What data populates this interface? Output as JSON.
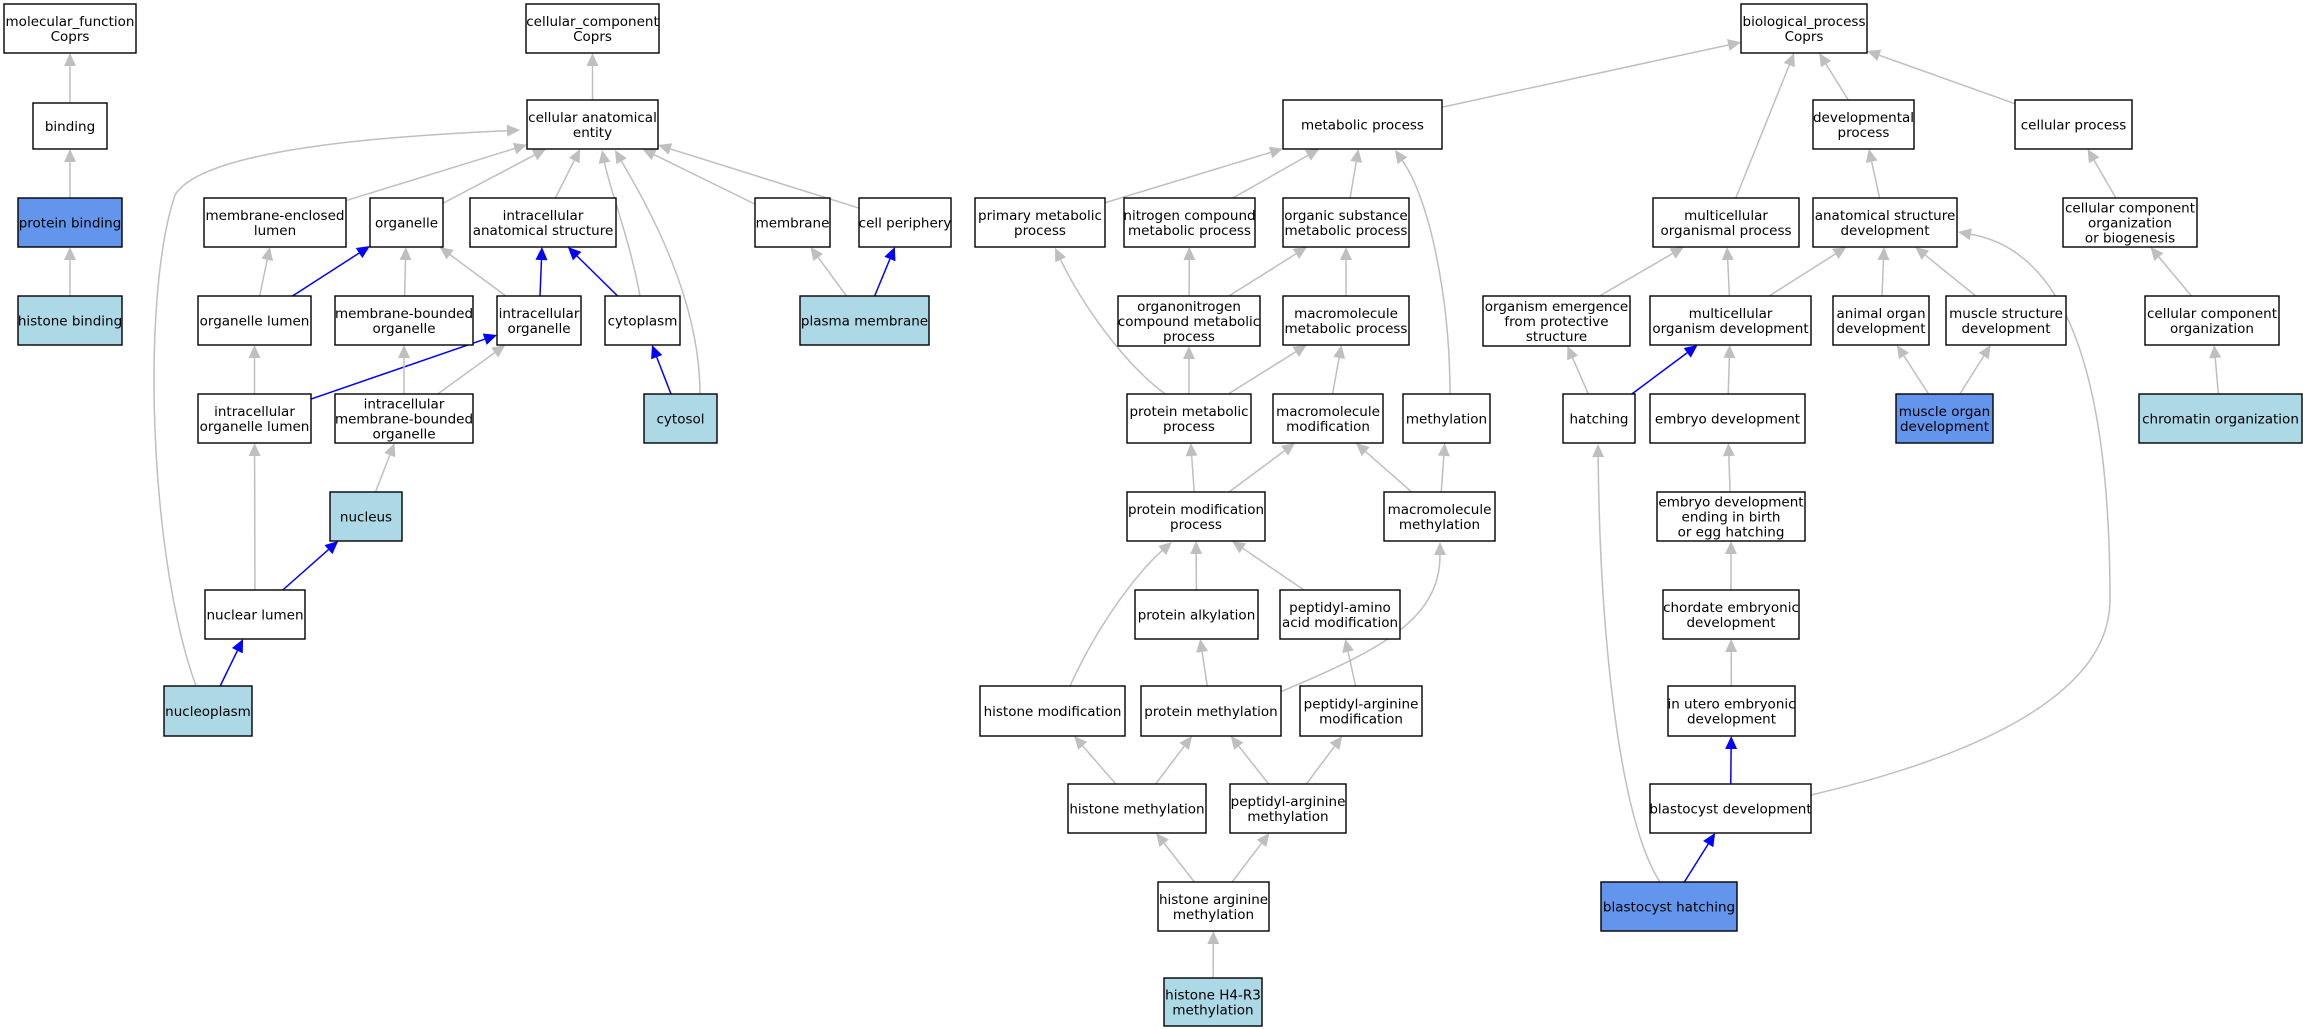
{
  "colors": {
    "default_fill": "#ffffff",
    "direct_fill": "#add8e6",
    "highlight_fill": "#6495ed",
    "edge_gray": "#bfbfbf",
    "edge_blue": "#0000ff"
  },
  "nodes": [
    {
      "id": "mf_root",
      "lines": [
        "molecular_function",
        "Coprs"
      ],
      "style": "default"
    },
    {
      "id": "binding",
      "lines": [
        "binding"
      ],
      "style": "default"
    },
    {
      "id": "protein_binding",
      "lines": [
        "protein binding"
      ],
      "style": "highlight"
    },
    {
      "id": "histone_binding",
      "lines": [
        "histone binding"
      ],
      "style": "direct"
    },
    {
      "id": "cc_root",
      "lines": [
        "cellular_component",
        "Coprs"
      ],
      "style": "default"
    },
    {
      "id": "cae",
      "lines": [
        "cellular anatomical",
        "entity"
      ],
      "style": "default"
    },
    {
      "id": "mel",
      "lines": [
        "membrane-enclosed",
        "lumen"
      ],
      "style": "default"
    },
    {
      "id": "organelle",
      "lines": [
        "organelle"
      ],
      "style": "default"
    },
    {
      "id": "ias",
      "lines": [
        "intracellular",
        "anatomical structure"
      ],
      "style": "default"
    },
    {
      "id": "membrane",
      "lines": [
        "membrane"
      ],
      "style": "default"
    },
    {
      "id": "cell_periphery",
      "lines": [
        "cell periphery"
      ],
      "style": "default"
    },
    {
      "id": "organelle_lumen",
      "lines": [
        "organelle lumen"
      ],
      "style": "default"
    },
    {
      "id": "mbo",
      "lines": [
        "membrane-bounded",
        "organelle"
      ],
      "style": "default"
    },
    {
      "id": "io",
      "lines": [
        "intracellular",
        "organelle"
      ],
      "style": "default"
    },
    {
      "id": "cytoplasm",
      "lines": [
        "cytoplasm"
      ],
      "style": "default"
    },
    {
      "id": "plasma_membrane",
      "lines": [
        "plasma membrane"
      ],
      "style": "direct"
    },
    {
      "id": "iol",
      "lines": [
        "intracellular",
        "organelle lumen"
      ],
      "style": "default"
    },
    {
      "id": "imbo",
      "lines": [
        "intracellular",
        "membrane-bounded",
        "organelle"
      ],
      "style": "default"
    },
    {
      "id": "cytosol",
      "lines": [
        "cytosol"
      ],
      "style": "direct"
    },
    {
      "id": "nucleus",
      "lines": [
        "nucleus"
      ],
      "style": "direct"
    },
    {
      "id": "nuclear_lumen",
      "lines": [
        "nuclear lumen"
      ],
      "style": "default"
    },
    {
      "id": "nucleoplasm",
      "lines": [
        "nucleoplasm"
      ],
      "style": "direct"
    },
    {
      "id": "metabolic",
      "lines": [
        "metabolic process"
      ],
      "style": "default"
    },
    {
      "id": "pmp",
      "lines": [
        "primary metabolic",
        "process"
      ],
      "style": "default"
    },
    {
      "id": "ncmp",
      "lines": [
        "nitrogen compound",
        "metabolic process"
      ],
      "style": "default"
    },
    {
      "id": "osmp",
      "lines": [
        "organic substance",
        "metabolic process"
      ],
      "style": "default"
    },
    {
      "id": "oncmp",
      "lines": [
        "organonitrogen",
        "compound metabolic",
        "process"
      ],
      "style": "default"
    },
    {
      "id": "mmp",
      "lines": [
        "macromolecule",
        "metabolic process"
      ],
      "style": "default"
    },
    {
      "id": "protmp",
      "lines": [
        "protein metabolic",
        "process"
      ],
      "style": "default"
    },
    {
      "id": "mmod",
      "lines": [
        "macromolecule",
        "modification"
      ],
      "style": "default"
    },
    {
      "id": "methylation",
      "lines": [
        "methylation"
      ],
      "style": "default"
    },
    {
      "id": "pmodp",
      "lines": [
        "protein modification",
        "process"
      ],
      "style": "default"
    },
    {
      "id": "mmeth",
      "lines": [
        "macromolecule",
        "methylation"
      ],
      "style": "default"
    },
    {
      "id": "palk",
      "lines": [
        "protein alkylation"
      ],
      "style": "default"
    },
    {
      "id": "paam",
      "lines": [
        "peptidyl-amino",
        "acid modification"
      ],
      "style": "default"
    },
    {
      "id": "hmod",
      "lines": [
        "histone modification"
      ],
      "style": "default"
    },
    {
      "id": "pmeth",
      "lines": [
        "protein methylation"
      ],
      "style": "default"
    },
    {
      "id": "parm",
      "lines": [
        "peptidyl-arginine",
        "modification"
      ],
      "style": "default"
    },
    {
      "id": "hmeth",
      "lines": [
        "histone methylation"
      ],
      "style": "default"
    },
    {
      "id": "parmeth",
      "lines": [
        "peptidyl-arginine",
        "methylation"
      ],
      "style": "default"
    },
    {
      "id": "harmeth",
      "lines": [
        "histone arginine",
        "methylation"
      ],
      "style": "default"
    },
    {
      "id": "h4r3",
      "lines": [
        "histone H4-R3",
        "methylation"
      ],
      "style": "direct"
    },
    {
      "id": "bp_root",
      "lines": [
        "biological_process",
        "Coprs"
      ],
      "style": "default"
    },
    {
      "id": "devproc",
      "lines": [
        "developmental",
        "process"
      ],
      "style": "default"
    },
    {
      "id": "cellproc",
      "lines": [
        "cellular process"
      ],
      "style": "default"
    },
    {
      "id": "mop",
      "lines": [
        "multicellular",
        "organismal process"
      ],
      "style": "default"
    },
    {
      "id": "asd",
      "lines": [
        "anatomical structure",
        "development"
      ],
      "style": "default"
    },
    {
      "id": "ccob",
      "lines": [
        "cellular component",
        "organization",
        "or biogenesis"
      ],
      "style": "default"
    },
    {
      "id": "oefps",
      "lines": [
        "organism emergence",
        "from protective",
        "structure"
      ],
      "style": "default"
    },
    {
      "id": "mod",
      "lines": [
        "multicellular",
        "organism development"
      ],
      "style": "default"
    },
    {
      "id": "aod",
      "lines": [
        "animal organ",
        "development"
      ],
      "style": "default"
    },
    {
      "id": "msd",
      "lines": [
        "muscle structure",
        "development"
      ],
      "style": "default"
    },
    {
      "id": "cco",
      "lines": [
        "cellular component",
        "organization"
      ],
      "style": "default"
    },
    {
      "id": "hatching",
      "lines": [
        "hatching"
      ],
      "style": "default"
    },
    {
      "id": "embdev",
      "lines": [
        "embryo development"
      ],
      "style": "default"
    },
    {
      "id": "muscle_organ",
      "lines": [
        "muscle organ",
        "development"
      ],
      "style": "highlight"
    },
    {
      "id": "chromatin",
      "lines": [
        "chromatin organization"
      ],
      "style": "direct"
    },
    {
      "id": "edebeh",
      "lines": [
        "embryo development",
        "ending in birth",
        "or egg hatching"
      ],
      "style": "default"
    },
    {
      "id": "ced",
      "lines": [
        "chordate embryonic",
        "development"
      ],
      "style": "default"
    },
    {
      "id": "iued",
      "lines": [
        "in utero embryonic",
        "development"
      ],
      "style": "default"
    },
    {
      "id": "blastdev",
      "lines": [
        "blastocyst development"
      ],
      "style": "default"
    },
    {
      "id": "blasthatch",
      "lines": [
        "blastocyst hatching"
      ],
      "style": "highlight"
    }
  ],
  "edges": [
    {
      "from": "binding",
      "to": "mf_root",
      "color": "gray"
    },
    {
      "from": "protein_binding",
      "to": "binding",
      "color": "gray"
    },
    {
      "from": "histone_binding",
      "to": "protein_binding",
      "color": "gray"
    },
    {
      "from": "cae",
      "to": "cc_root",
      "color": "gray"
    },
    {
      "from": "mel",
      "to": "cae",
      "color": "gray"
    },
    {
      "from": "organelle",
      "to": "cae",
      "color": "gray"
    },
    {
      "from": "ias",
      "to": "cae",
      "color": "gray"
    },
    {
      "from": "membrane",
      "to": "cae",
      "color": "gray"
    },
    {
      "from": "cell_periphery",
      "to": "cae",
      "color": "gray"
    },
    {
      "from": "cytoplasm",
      "to": "cae",
      "color": "gray"
    },
    {
      "from": "cytosol",
      "to": "cae",
      "color": "gray"
    },
    {
      "from": "nucleoplasm",
      "to": "cae",
      "color": "gray"
    },
    {
      "from": "organelle_lumen",
      "to": "mel",
      "color": "gray"
    },
    {
      "from": "organelle_lumen",
      "to": "organelle",
      "color": "blue"
    },
    {
      "from": "mbo",
      "to": "organelle",
      "color": "gray"
    },
    {
      "from": "io",
      "to": "organelle",
      "color": "gray"
    },
    {
      "from": "io",
      "to": "ias",
      "color": "blue"
    },
    {
      "from": "cytoplasm",
      "to": "ias",
      "color": "blue"
    },
    {
      "from": "plasma_membrane",
      "to": "membrane",
      "color": "gray"
    },
    {
      "from": "plasma_membrane",
      "to": "cell_periphery",
      "color": "blue"
    },
    {
      "from": "iol",
      "to": "organelle_lumen",
      "color": "gray"
    },
    {
      "from": "iol",
      "to": "io",
      "color": "blue"
    },
    {
      "from": "imbo",
      "to": "mbo",
      "color": "gray"
    },
    {
      "from": "imbo",
      "to": "io",
      "color": "gray"
    },
    {
      "from": "cytosol",
      "to": "cytoplasm",
      "color": "blue"
    },
    {
      "from": "nucleus",
      "to": "imbo",
      "color": "gray"
    },
    {
      "from": "nuclear_lumen",
      "to": "iol",
      "color": "gray"
    },
    {
      "from": "nuclear_lumen",
      "to": "nucleus",
      "color": "blue"
    },
    {
      "from": "nucleoplasm",
      "to": "nuclear_lumen",
      "color": "blue"
    },
    {
      "from": "metabolic",
      "to": "bp_root",
      "color": "gray"
    },
    {
      "from": "pmp",
      "to": "metabolic",
      "color": "gray"
    },
    {
      "from": "ncmp",
      "to": "metabolic",
      "color": "gray"
    },
    {
      "from": "osmp",
      "to": "metabolic",
      "color": "gray"
    },
    {
      "from": "methylation",
      "to": "metabolic",
      "color": "gray"
    },
    {
      "from": "oncmp",
      "to": "ncmp",
      "color": "gray"
    },
    {
      "from": "oncmp",
      "to": "osmp",
      "color": "gray"
    },
    {
      "from": "mmp",
      "to": "osmp",
      "color": "gray"
    },
    {
      "from": "protmp",
      "to": "pmp",
      "color": "gray"
    },
    {
      "from": "protmp",
      "to": "oncmp",
      "color": "gray"
    },
    {
      "from": "protmp",
      "to": "mmp",
      "color": "gray"
    },
    {
      "from": "mmod",
      "to": "mmp",
      "color": "gray"
    },
    {
      "from": "pmodp",
      "to": "protmp",
      "color": "gray"
    },
    {
      "from": "pmodp",
      "to": "mmod",
      "color": "gray"
    },
    {
      "from": "mmeth",
      "to": "mmod",
      "color": "gray"
    },
    {
      "from": "mmeth",
      "to": "methylation",
      "color": "gray"
    },
    {
      "from": "palk",
      "to": "pmodp",
      "color": "gray"
    },
    {
      "from": "paam",
      "to": "pmodp",
      "color": "gray"
    },
    {
      "from": "hmod",
      "to": "pmodp",
      "color": "gray"
    },
    {
      "from": "pmeth",
      "to": "palk",
      "color": "gray"
    },
    {
      "from": "pmeth",
      "to": "mmeth",
      "color": "gray"
    },
    {
      "from": "parm",
      "to": "paam",
      "color": "gray"
    },
    {
      "from": "hmeth",
      "to": "hmod",
      "color": "gray"
    },
    {
      "from": "hmeth",
      "to": "pmeth",
      "color": "gray"
    },
    {
      "from": "parmeth",
      "to": "pmeth",
      "color": "gray"
    },
    {
      "from": "parmeth",
      "to": "parm",
      "color": "gray"
    },
    {
      "from": "harmeth",
      "to": "hmeth",
      "color": "gray"
    },
    {
      "from": "harmeth",
      "to": "parmeth",
      "color": "gray"
    },
    {
      "from": "h4r3",
      "to": "harmeth",
      "color": "gray"
    },
    {
      "from": "mop",
      "to": "bp_root",
      "color": "gray"
    },
    {
      "from": "devproc",
      "to": "bp_root",
      "color": "gray"
    },
    {
      "from": "cellproc",
      "to": "bp_root",
      "color": "gray"
    },
    {
      "from": "asd",
      "to": "devproc",
      "color": "gray"
    },
    {
      "from": "ccob",
      "to": "cellproc",
      "color": "gray"
    },
    {
      "from": "oefps",
      "to": "mop",
      "color": "gray"
    },
    {
      "from": "mod",
      "to": "mop",
      "color": "gray"
    },
    {
      "from": "mod",
      "to": "asd",
      "color": "gray"
    },
    {
      "from": "aod",
      "to": "asd",
      "color": "gray"
    },
    {
      "from": "msd",
      "to": "asd",
      "color": "gray"
    },
    {
      "from": "blastdev",
      "to": "asd",
      "color": "gray"
    },
    {
      "from": "cco",
      "to": "ccob",
      "color": "gray"
    },
    {
      "from": "hatching",
      "to": "oefps",
      "color": "gray"
    },
    {
      "from": "hatching",
      "to": "mod",
      "color": "blue"
    },
    {
      "from": "embdev",
      "to": "mod",
      "color": "gray"
    },
    {
      "from": "muscle_organ",
      "to": "aod",
      "color": "gray"
    },
    {
      "from": "muscle_organ",
      "to": "msd",
      "color": "gray"
    },
    {
      "from": "chromatin",
      "to": "cco",
      "color": "gray"
    },
    {
      "from": "edebeh",
      "to": "embdev",
      "color": "gray"
    },
    {
      "from": "ced",
      "to": "edebeh",
      "color": "gray"
    },
    {
      "from": "iued",
      "to": "ced",
      "color": "gray"
    },
    {
      "from": "blastdev",
      "to": "iued",
      "color": "blue"
    },
    {
      "from": "blasthatch",
      "to": "hatching",
      "color": "gray"
    },
    {
      "from": "blasthatch",
      "to": "blastdev",
      "color": "blue"
    }
  ]
}
